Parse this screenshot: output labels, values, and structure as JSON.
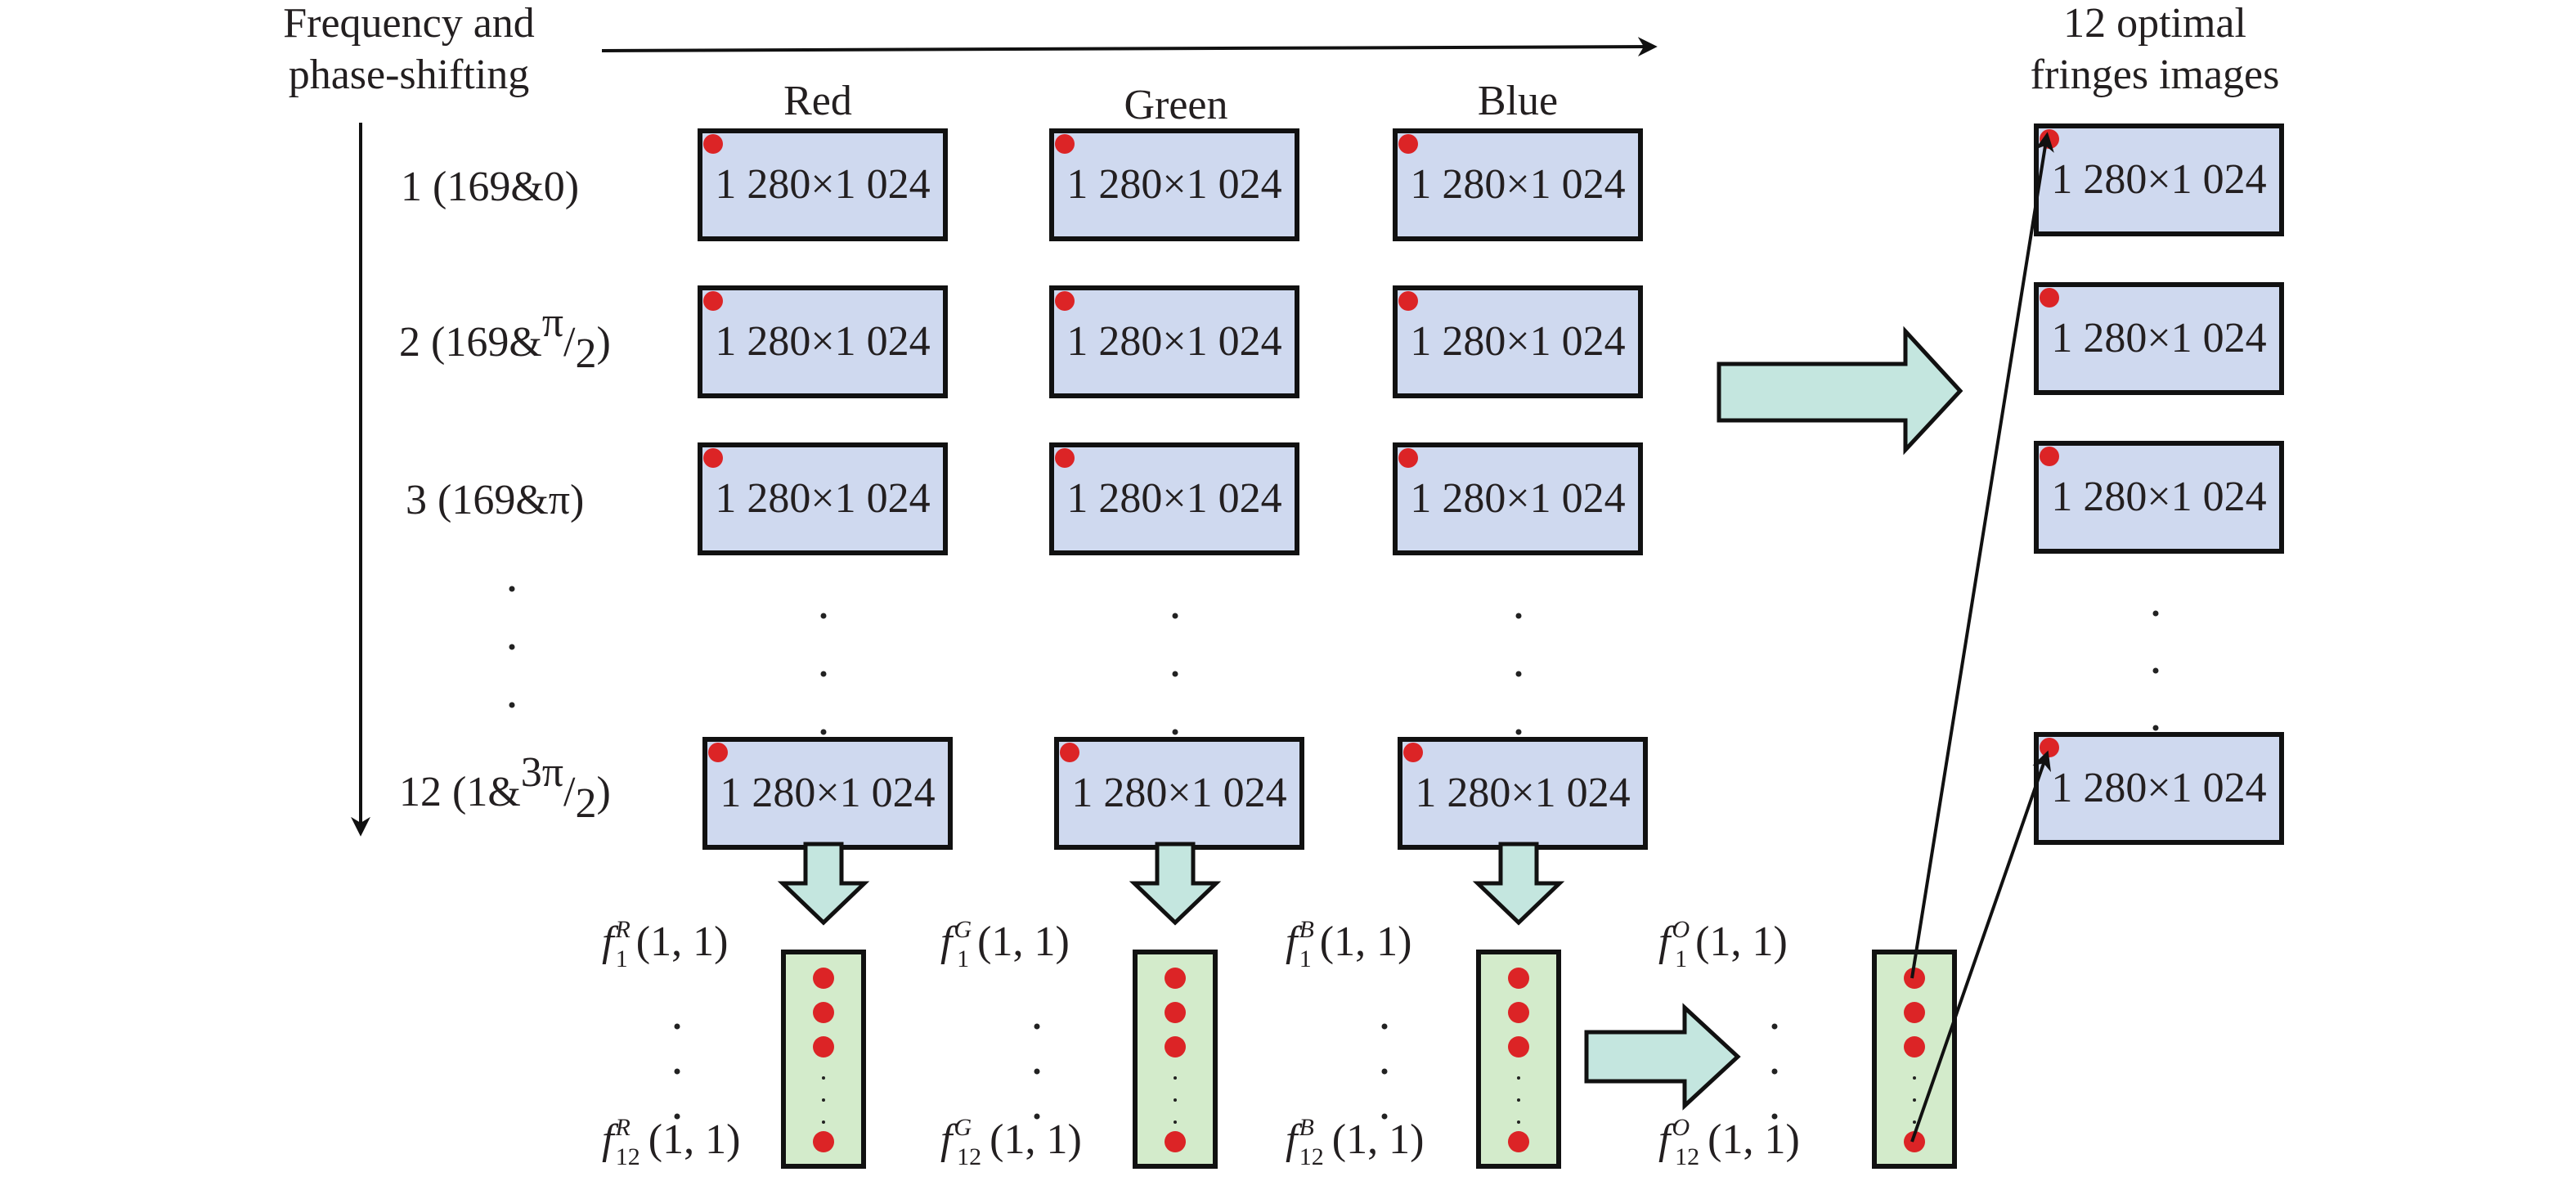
{
  "header": {
    "left_title": [
      "Frequency and",
      "phase-shifting"
    ],
    "right_title": [
      "12 optimal",
      "fringes images"
    ]
  },
  "channels": [
    {
      "key": "R",
      "label": "Red"
    },
    {
      "key": "G",
      "label": "Green"
    },
    {
      "key": "B",
      "label": "Blue"
    }
  ],
  "rows": [
    {
      "index": "1",
      "freq": "169",
      "phase": "0",
      "phase_frac": null
    },
    {
      "index": "2",
      "freq": "169",
      "phase": "π",
      "phase_frac": "2"
    },
    {
      "index": "3",
      "freq": "169",
      "phase": "π",
      "phase_frac": null
    },
    {
      "index": "12",
      "freq": "1",
      "phase": "3π",
      "phase_frac": "2"
    }
  ],
  "row_labels": [
    "1 (169&0)",
    "2 (169&π/2)",
    "3 (169&π)",
    "12 (1&3π/2)"
  ],
  "image_size_label": "1 280×1 024",
  "ellipsis": "⋮",
  "pixel_vectors": {
    "first_label": {
      "func": "f",
      "sub": "1",
      "arg": "(1, 1)"
    },
    "last_label": {
      "func": "f",
      "sub": "12",
      "arg": "(1, 1)"
    },
    "optimal_key": "O"
  },
  "colors": {
    "image_box_fill": "#cfd9ef",
    "vector_fill": "#d3ebcb",
    "arrow_fill": "#c4e6df",
    "marker_red": "#dc2426"
  }
}
